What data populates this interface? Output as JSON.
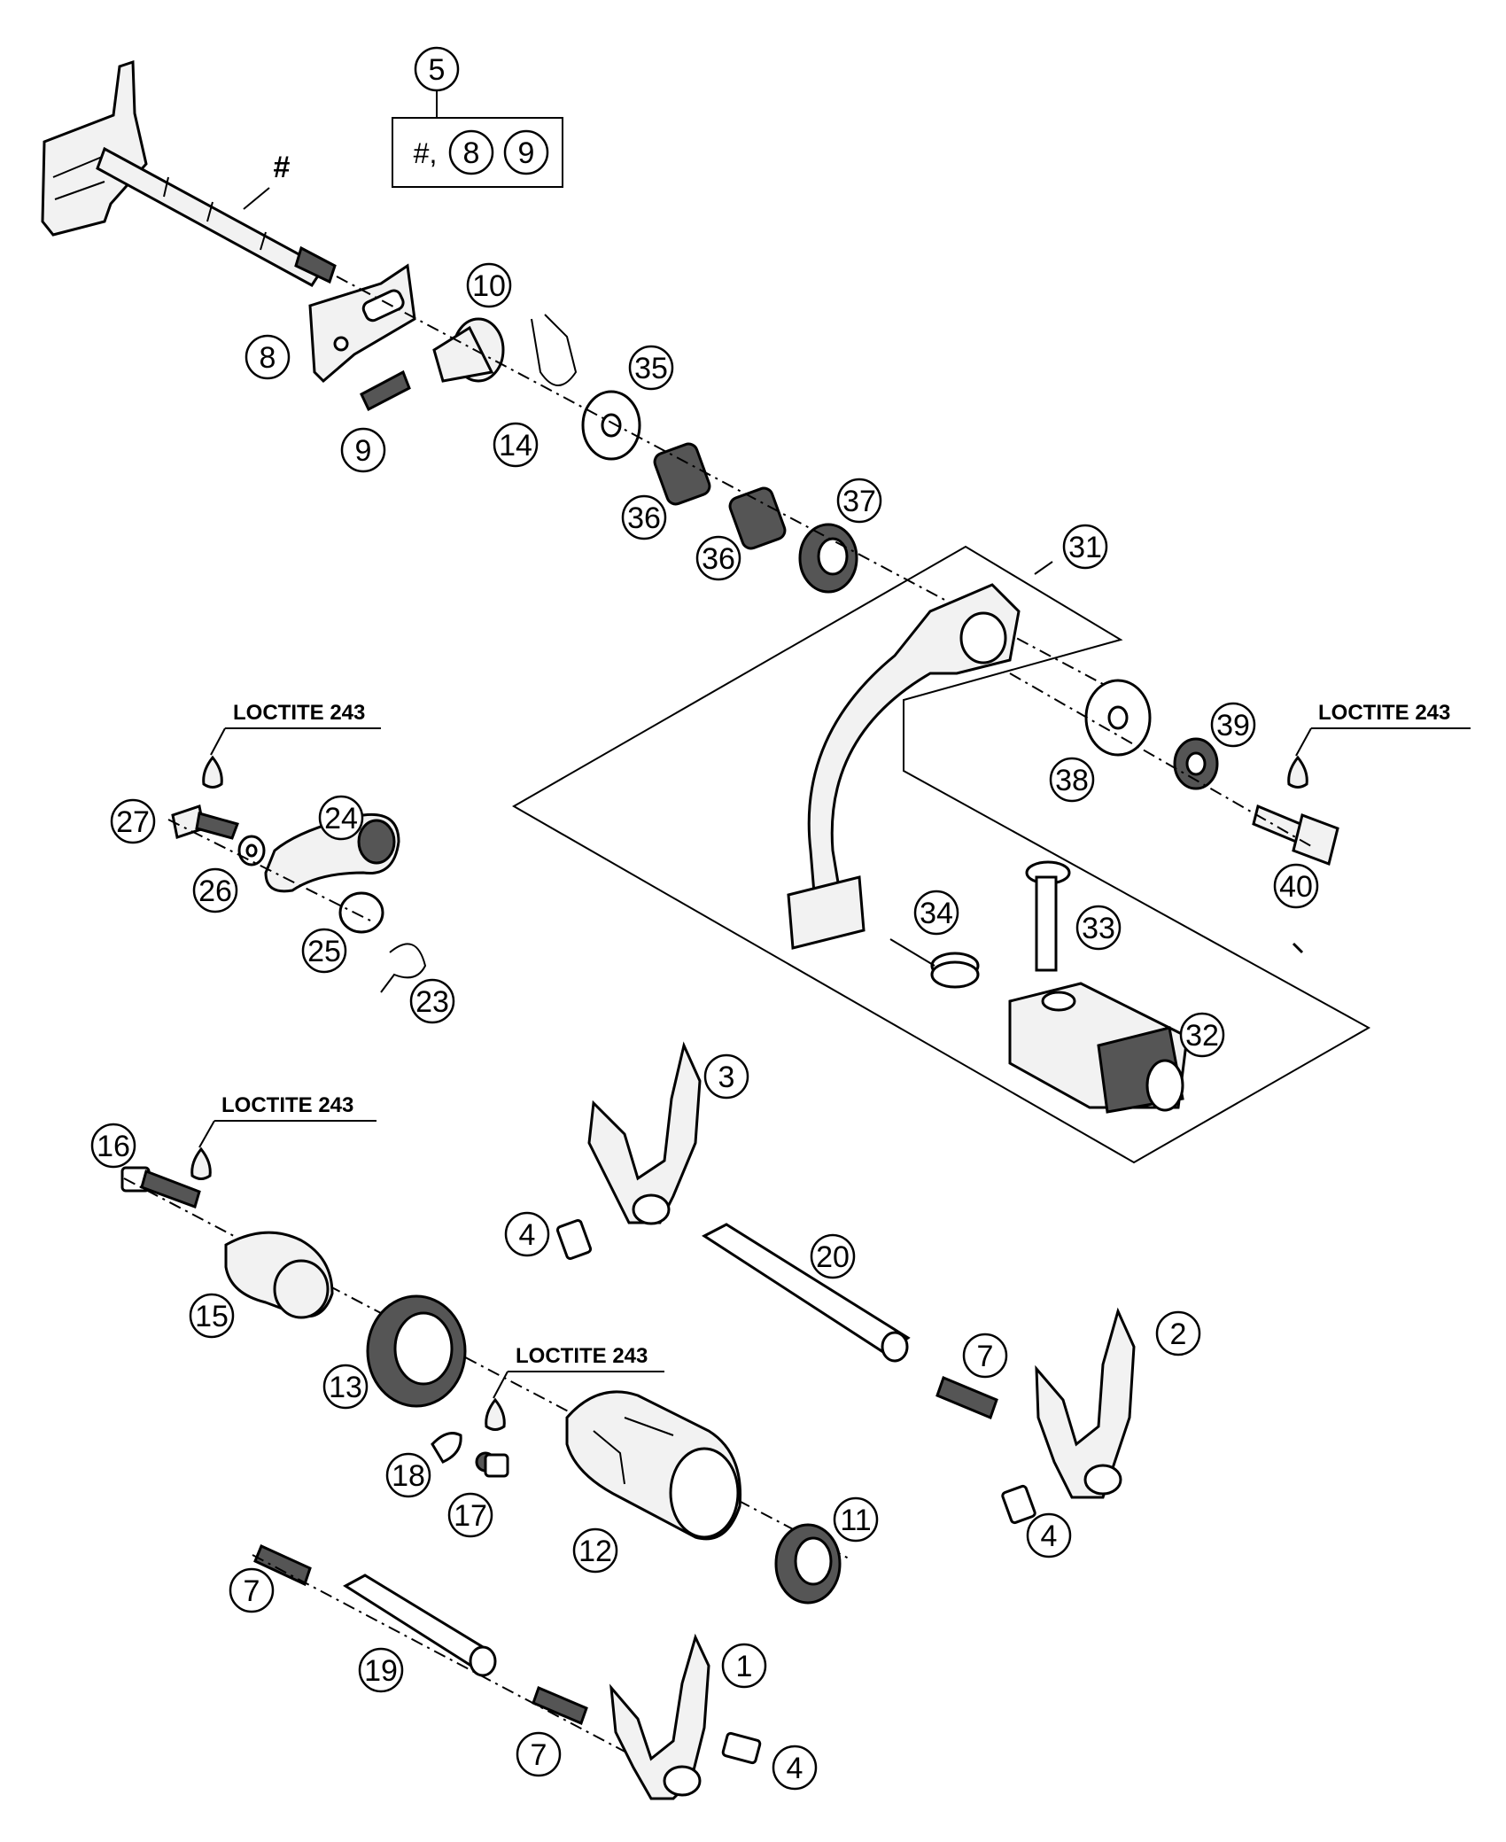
{
  "callouts": [
    {
      "id": "c5",
      "label": "5"
    },
    {
      "id": "c8a",
      "label": "8"
    },
    {
      "id": "c9a",
      "label": "9"
    },
    {
      "id": "c10",
      "label": "10"
    },
    {
      "id": "c8",
      "label": "8"
    },
    {
      "id": "c9",
      "label": "9"
    },
    {
      "id": "c14",
      "label": "14"
    },
    {
      "id": "c35",
      "label": "35"
    },
    {
      "id": "c36a",
      "label": "36"
    },
    {
      "id": "c36b",
      "label": "36"
    },
    {
      "id": "c37",
      "label": "37"
    },
    {
      "id": "c31",
      "label": "31"
    },
    {
      "id": "c38",
      "label": "38"
    },
    {
      "id": "c39",
      "label": "39"
    },
    {
      "id": "c40",
      "label": "40"
    },
    {
      "id": "c34",
      "label": "34"
    },
    {
      "id": "c33",
      "label": "33"
    },
    {
      "id": "c32",
      "label": "32"
    },
    {
      "id": "c27",
      "label": "27"
    },
    {
      "id": "c24",
      "label": "24"
    },
    {
      "id": "c26",
      "label": "26"
    },
    {
      "id": "c25",
      "label": "25"
    },
    {
      "id": "c23",
      "label": "23"
    },
    {
      "id": "c3",
      "label": "3"
    },
    {
      "id": "c16",
      "label": "16"
    },
    {
      "id": "c4a",
      "label": "4"
    },
    {
      "id": "c20",
      "label": "20"
    },
    {
      "id": "c15",
      "label": "15"
    },
    {
      "id": "c2",
      "label": "2"
    },
    {
      "id": "c7a",
      "label": "7"
    },
    {
      "id": "c13",
      "label": "13"
    },
    {
      "id": "c18",
      "label": "18"
    },
    {
      "id": "c17",
      "label": "17"
    },
    {
      "id": "c4b",
      "label": "4"
    },
    {
      "id": "c11",
      "label": "11"
    },
    {
      "id": "c12",
      "label": "12"
    },
    {
      "id": "c7b",
      "label": "7"
    },
    {
      "id": "c19",
      "label": "19"
    },
    {
      "id": "c1",
      "label": "1"
    },
    {
      "id": "c7c",
      "label": "7"
    },
    {
      "id": "c4c",
      "label": "4"
    }
  ],
  "kit_box": {
    "prefix": "#,"
  },
  "shaft_marker": "#",
  "loctite_labels": [
    {
      "id": "loc1",
      "text": "LOCTITE 243"
    },
    {
      "id": "loc2",
      "text": "LOCTITE 243"
    },
    {
      "id": "loc3",
      "text": "LOCTITE 243"
    },
    {
      "id": "loc4",
      "text": "LOCTITE 243"
    }
  ]
}
